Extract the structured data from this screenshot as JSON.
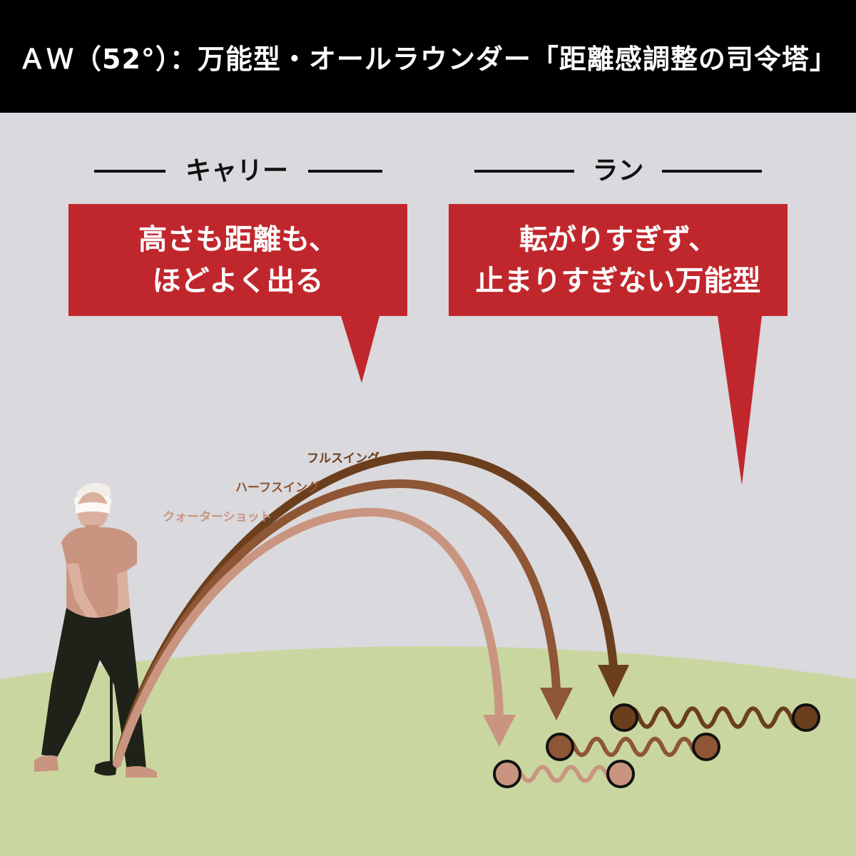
{
  "header": {
    "title": "ＡＷ（52°）：万能型・オールラウンダー「距離感調整の司令塔」"
  },
  "carry": {
    "label": "キャリー",
    "callout_line1": "高さも距離も、",
    "callout_line2": "ほどよく出る"
  },
  "run": {
    "label": "ラン",
    "callout_line1": "転がりすぎず、",
    "callout_line2": "止まりすぎない万能型"
  },
  "swings": [
    {
      "label": "フルスイング",
      "color": "#6b3f1d"
    },
    {
      "label": "ハーフスイング",
      "color": "#8e5634"
    },
    {
      "label": "クォーターショット",
      "color": "#c99580"
    }
  ],
  "colors": {
    "header_bg": "#000000",
    "sky": "#dad9dd",
    "grass": "#cad69f",
    "callout": "#c0272d",
    "label_line": "#111111"
  }
}
